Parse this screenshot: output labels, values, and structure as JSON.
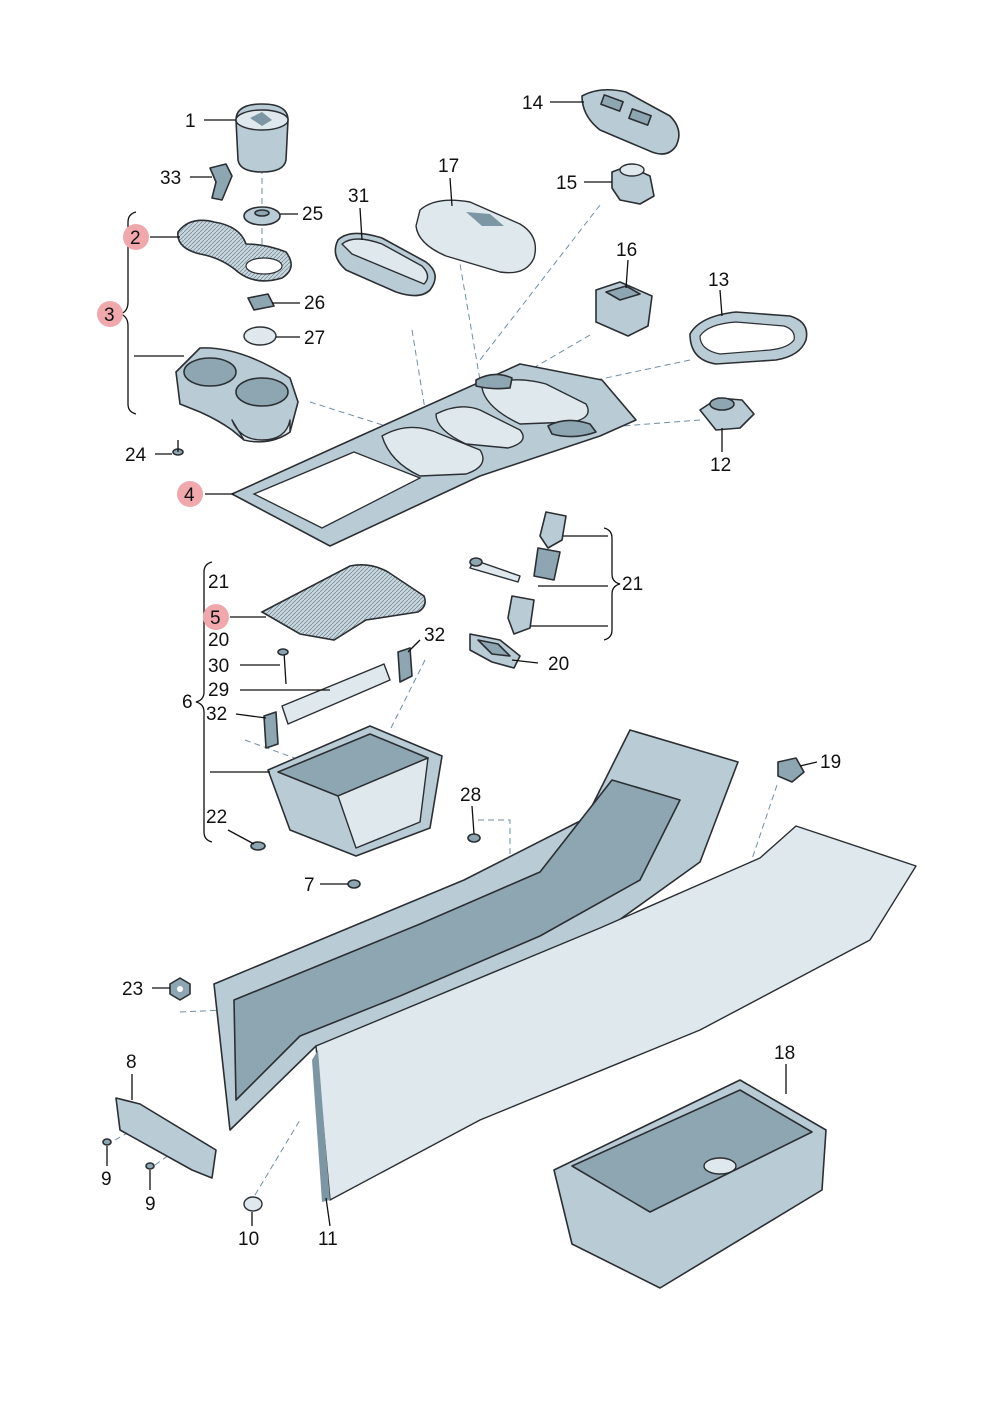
{
  "diagram": {
    "highlight_color": "#f0a8ad",
    "labels": {
      "p1": "1",
      "p2": "2",
      "p3": "3",
      "p4": "4",
      "p5": "5",
      "p6": "6",
      "p7": "7",
      "p8": "8",
      "p9a": "9",
      "p9b": "9",
      "p10": "10",
      "p11": "11",
      "p12": "12",
      "p13": "13",
      "p14": "14",
      "p15": "15",
      "p16": "16",
      "p17": "17",
      "p18": "18",
      "p19": "19",
      "p20a": "20",
      "p20b": "20",
      "p21a": "21",
      "p21b": "21",
      "p22": "22",
      "p23": "23",
      "p24": "24",
      "p25": "25",
      "p26": "26",
      "p27": "27",
      "p28": "28",
      "p29": "29",
      "p30": "30",
      "p31": "31",
      "p32a": "32",
      "p32b": "32",
      "p33": "33"
    }
  }
}
